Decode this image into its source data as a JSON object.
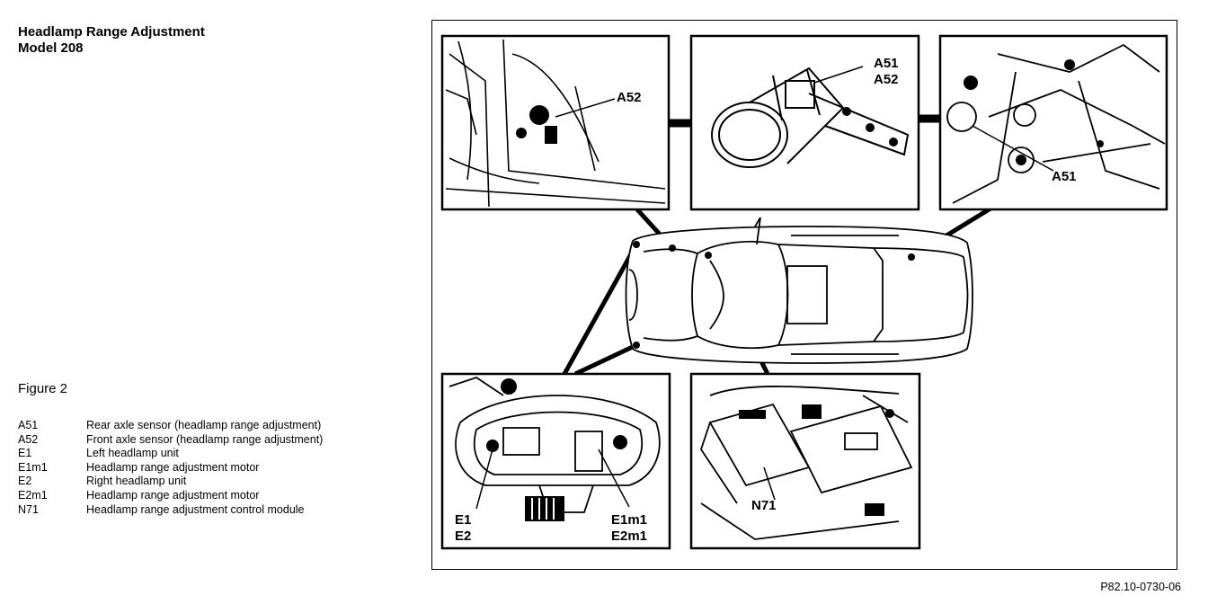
{
  "title": {
    "line1": "Headlamp Range Adjustment",
    "line2": "Model 208"
  },
  "figure_label": "Figure 2",
  "legend": [
    {
      "code": "A51",
      "desc": "Rear axle sensor (headlamp range adjustment)"
    },
    {
      "code": "A52",
      "desc": "Front axle sensor (headlamp range adjustment)"
    },
    {
      "code": "E1",
      "desc": "Left headlamp unit"
    },
    {
      "code": "E1m1",
      "desc": "Headlamp range adjustment motor"
    },
    {
      "code": "E2",
      "desc": "Right headlamp unit"
    },
    {
      "code": "E2m1",
      "desc": "Headlamp range adjustment motor"
    },
    {
      "code": "N71",
      "desc": "Headlamp range adjustment control module"
    }
  ],
  "callouts": {
    "front_sensor": "A52",
    "sensor_detail_a51": "A51",
    "sensor_detail_a52": "A52",
    "rear_sensor": "A51",
    "headlamp_e1": "E1",
    "headlamp_e2": "E2",
    "motor_e1m1": "E1m1",
    "motor_e2m1": "E2m1",
    "control_module": "N71"
  },
  "reference": "P82.10-0730-06"
}
